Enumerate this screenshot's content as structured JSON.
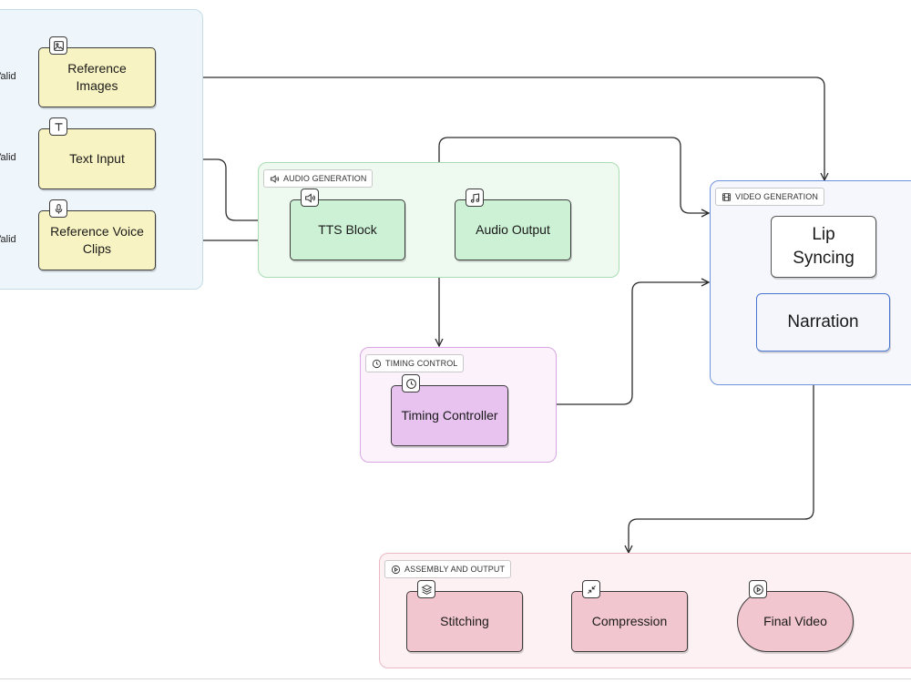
{
  "inputs": {
    "side_labels": [
      "Valid",
      "Valid",
      "Valid"
    ],
    "reference_images": "Reference\nImages",
    "text_input": "Text Input",
    "reference_voice_clips": "Reference Voice\nClips"
  },
  "audio_generation": {
    "tag": "AUDIO GENERATION",
    "tts_block": "TTS Block",
    "audio_output": "Audio Output"
  },
  "timing_control": {
    "tag": "TIMING CONTROL",
    "timing_controller": "Timing Controller"
  },
  "video_generation": {
    "tag": "VIDEO GENERATION",
    "lip_syncing": "Lip\nSyncing",
    "narration": "Narration"
  },
  "assembly_output": {
    "tag": "ASSEMBLY AND OUTPUT",
    "stitching": "Stitching",
    "compression": "Compression",
    "final_video": "Final Video"
  },
  "colors": {
    "inputs_group_bg": "#eef6fb",
    "audio_group_bg": "#eefaf0",
    "timing_group_bg": "#fbf2fc",
    "video_group_bg": "#f5f7fd",
    "assembly_group_bg": "#fdf1f3",
    "connector": "#2b2b2b"
  },
  "icons": {
    "reference_images": "image-icon",
    "text_input": "text-icon",
    "reference_voice_clips": "microphone-icon",
    "audio_generation": "speaker-icon",
    "audio_output": "music-note-icon",
    "timing_control": "clock-icon",
    "video_generation": "film-icon",
    "assembly_output": "play-circle-icon",
    "stitching": "layers-icon",
    "compression": "compress-icon",
    "final_video": "play-circle-icon"
  }
}
